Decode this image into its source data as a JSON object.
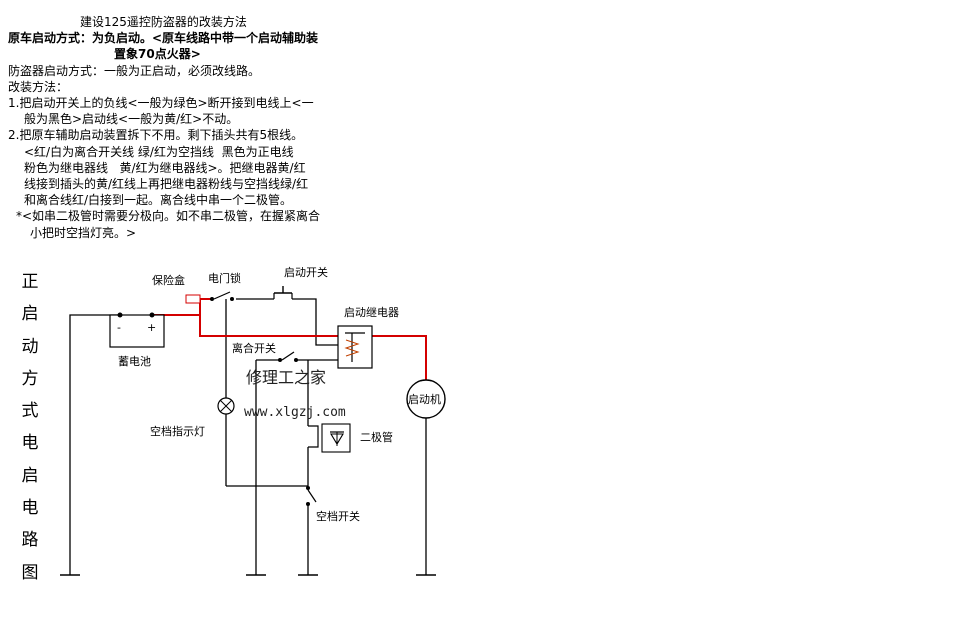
{
  "instructions": {
    "title": "建设125遥控防盗器的改装方法",
    "line1": "原车启动方式：为负启动。<原车线路中带一个启动辅助装",
    "line2": "置象70点火器>",
    "line3": "防盗器启动方式：一般为正启动，必须改线路。",
    "line4": "改装方法：",
    "line5": "1.把启动开关上的负线<一般为绿色>断开接到电线上<一",
    "line6": "般为黑色>启动线<一般为黄/红>不动。",
    "line7": "2.把原车辅助启动装置拆下不用。剩下插头共有5根线。",
    "line8": "<红/白为离合开关线 绿/红为空挡线  黑色为正电线",
    "line9": "粉色为继电器线   黄/红为继电器线>。把继电器黄/红",
    "line10": "线接到插头的黄/红线上再把继电器粉线与空挡线绿/红",
    "line11": "和离合线红/白接到一起。离合线中串一个二极管。",
    "line12": "*<如串二极管时需要分极向。如不串二极管，在握紧离合",
    "line13": "小把时空挡灯亮。>"
  },
  "vertical_title": [
    "正",
    "启",
    "动",
    "方",
    "式",
    "电",
    "启",
    "电",
    "路",
    "图"
  ],
  "diagram": {
    "labels": {
      "fuse_box": "保险盒",
      "ignition_lock": "电门锁",
      "start_switch": "启动开关",
      "start_relay": "启动继电器",
      "battery": "蓄电池",
      "battery_minus": "-",
      "battery_plus": "+",
      "clutch_switch": "离合开关",
      "starter_motor": "启动机",
      "neutral_lamp": "空档指示灯",
      "diode": "二极管",
      "neutral_switch": "空档开关"
    },
    "watermark": {
      "name": "修理工之家",
      "url": "www.xlgzj.com"
    },
    "colors": {
      "positive_wire": "#d40000",
      "wire": "#000000",
      "relay_coil": "#c04000"
    }
  }
}
